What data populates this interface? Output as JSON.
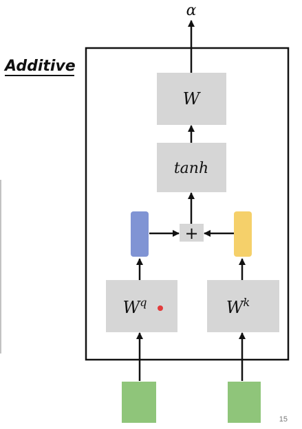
{
  "slide": {
    "title": "Additive",
    "page_number": "15"
  },
  "diagram": {
    "output_label": "α",
    "w_label": "W",
    "tanh_label": "tanh",
    "plus_label": "+",
    "wq_base": "W",
    "wq_sup": "q",
    "wk_base": "W",
    "wk_sup": "k"
  },
  "colors": {
    "box_fill": "#d6d6d6",
    "box_stroke": "#c4c4c4",
    "query_vector": "#8094d4",
    "key_vector": "#f5d06a",
    "input_vector": "#8fc57a",
    "frame": "#111111",
    "pointer_dot": "#e23b3b"
  }
}
